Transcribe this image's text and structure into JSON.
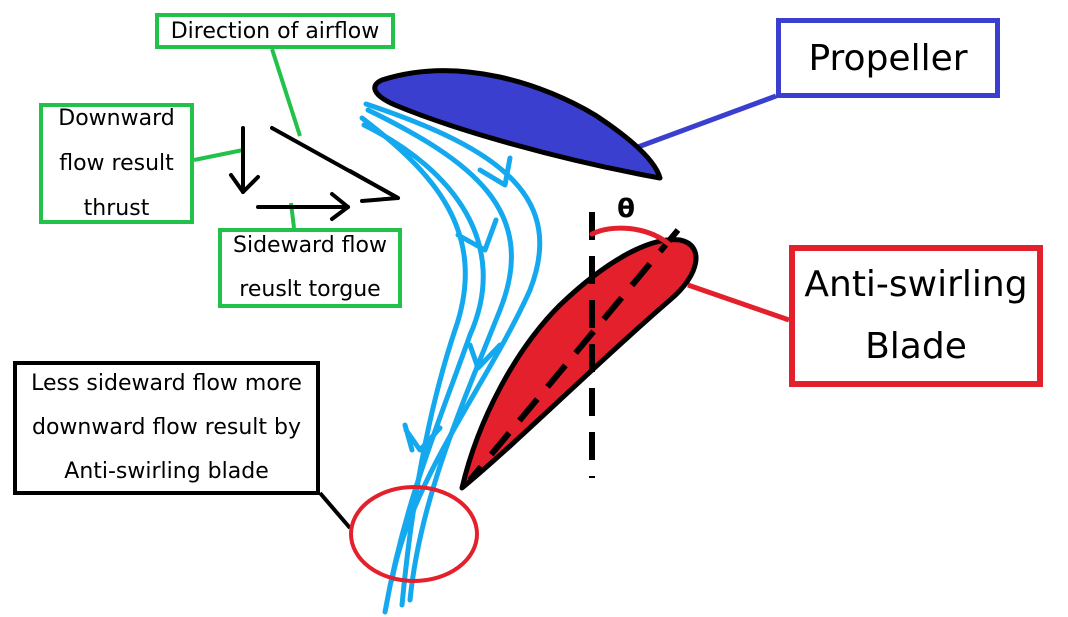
{
  "labels": {
    "direction_of_airflow": "Direction of airflow",
    "downward_flow": "Downward\nflow result\nthrust",
    "sideward_flow": "Sideward flow\nreuslt torgue",
    "propeller": "Propeller",
    "anti_swirling_blade": "Anti-swirling\nBlade",
    "less_sideward": "Less sideward flow more\ndownward flow result by\nAnti-swirling blade",
    "theta": "θ"
  },
  "colors": {
    "label_green": "#22c24a",
    "propeller_blue": "#3b3fcf",
    "blade_red": "#e3202b",
    "airflow_cyan": "#14a9ee",
    "outline_black": "#000000"
  }
}
